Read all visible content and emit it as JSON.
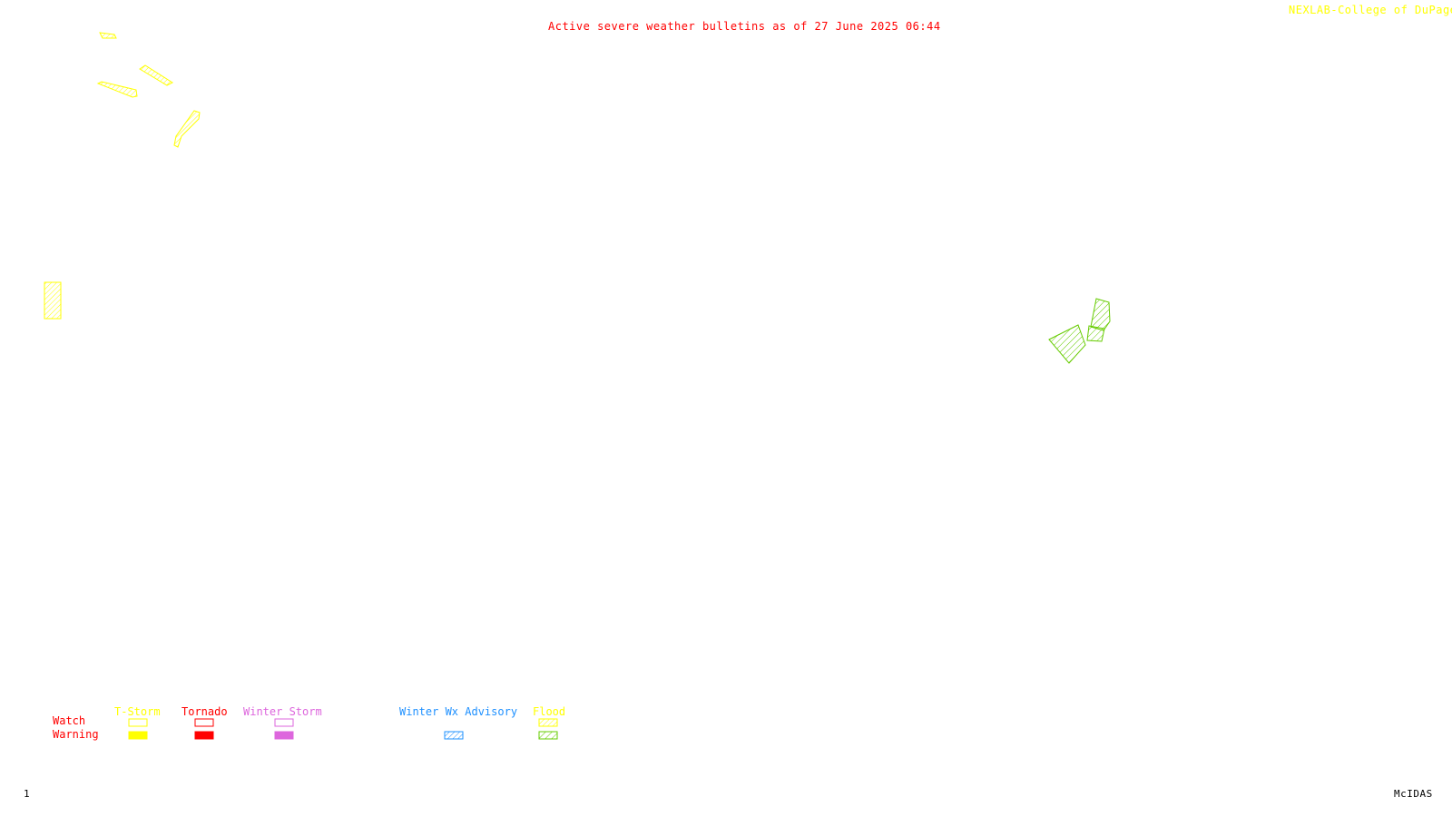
{
  "header": {
    "title": "Active severe weather bulletins as of 27 June 2025 06:44",
    "title_color": "#ff0000",
    "credit": "NEXLAB-College of DuPage",
    "credit_color": "#ffff00"
  },
  "footer": {
    "frame_number": "1",
    "software": "McIDAS"
  },
  "legend": {
    "row_labels": {
      "watch": "Watch",
      "warning": "Warning",
      "color": "#ff0000"
    },
    "categories": [
      {
        "key": "tstorm",
        "label": "T-Storm",
        "color": "#ffff00",
        "watch_style": "outline",
        "warning_style": "solid"
      },
      {
        "key": "tornado",
        "label": "Tornado",
        "color": "#ff0000",
        "watch_style": "outline",
        "warning_style": "solid"
      },
      {
        "key": "winter-storm",
        "label": "Winter Storm",
        "color": "#dd66dd",
        "watch_style": "outline",
        "warning_style": "solid"
      },
      {
        "key": "winter-wx-advisory",
        "label": "Winter Wx Advisory",
        "color": "#1e90ff",
        "watch_style": "none",
        "warning_style": "hatched"
      },
      {
        "key": "flood",
        "label": "Flood",
        "color": "#ffff00",
        "warning_color": "#66cc00",
        "watch_style": "hatched",
        "warning_style": "hatched"
      }
    ]
  },
  "areas": [
    {
      "name": "flood-watch-area-1",
      "category": "flood",
      "kind": "watch",
      "color": "#ffff00"
    },
    {
      "name": "flood-watch-area-2",
      "category": "flood",
      "kind": "watch",
      "color": "#ffff00"
    },
    {
      "name": "flood-watch-area-3",
      "category": "flood",
      "kind": "watch",
      "color": "#ffff00"
    },
    {
      "name": "flood-watch-area-4",
      "category": "flood",
      "kind": "watch",
      "color": "#ffff00"
    },
    {
      "name": "flood-watch-area-5",
      "category": "flood",
      "kind": "watch",
      "color": "#ffff00"
    },
    {
      "name": "flood-warning-area-1",
      "category": "flood",
      "kind": "warning",
      "color": "#66cc00"
    },
    {
      "name": "flood-warning-area-2",
      "category": "flood",
      "kind": "warning",
      "color": "#66cc00"
    },
    {
      "name": "flood-warning-area-3",
      "category": "flood",
      "kind": "warning",
      "color": "#66cc00"
    }
  ]
}
